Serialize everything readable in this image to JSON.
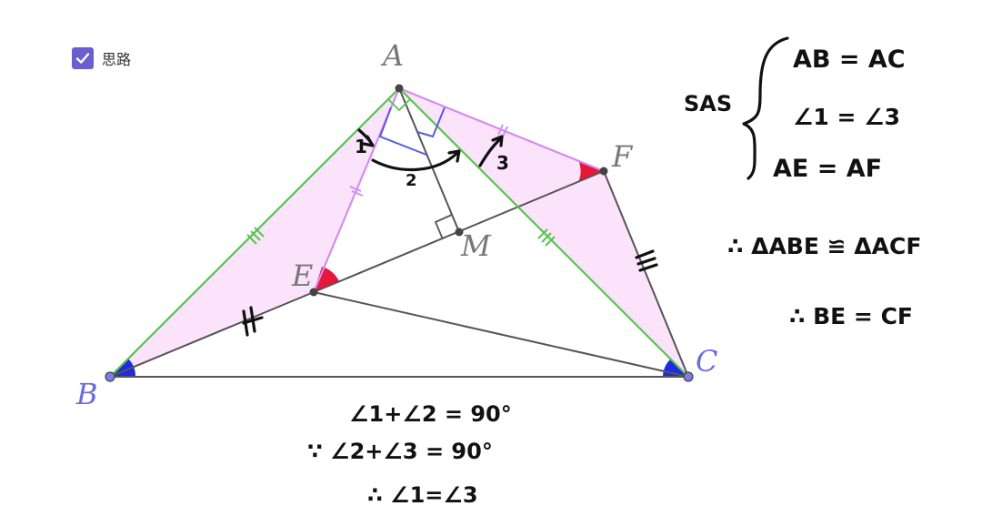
{
  "checkbox": {
    "label": "思路",
    "checked": true
  },
  "points": {
    "A": "A",
    "B": "B",
    "C": "C",
    "E": "E",
    "F": "F",
    "M": "M"
  },
  "angle_marks": {
    "one": "1",
    "two": "2",
    "three": "3"
  },
  "notes": {
    "sas": "SAS",
    "cond1": "AB = AC",
    "cond2": "∠1 = ∠3",
    "cond3": "AE = AF",
    "congruence": "∴ ΔABE ≌ ΔACF",
    "result": "∴ BE = CF",
    "step1": "∠1+∠2 = 90°",
    "step2": "∵ ∠2+∠3 = 90°",
    "step3": "∴ ∠1=∠3"
  },
  "colors": {
    "green": "#57c44f",
    "violet": "#d68cf0",
    "pink_fill": "#fbe3fb",
    "gray_line": "#555555",
    "point_label": "#6b6bd9",
    "red_angle": "#e8173a",
    "blue_angle": "#1f2be0",
    "right_angle_blue": "#5a5ae0"
  }
}
